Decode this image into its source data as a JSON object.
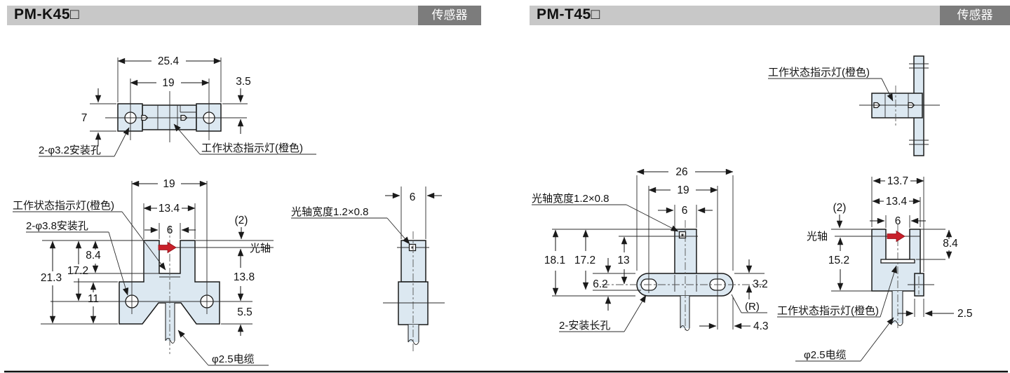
{
  "headers": {
    "left": {
      "title": "PM-K45□",
      "badge": "传感器"
    },
    "right": {
      "title": "PM-T45□",
      "badge": "传感器"
    }
  },
  "shared": {
    "indicator": "工作状态指示灯(橙色)",
    "axis": "光轴",
    "axis_width": "光轴宽度1.2×0.8",
    "cable": "φ2.5电缆"
  },
  "pm_k45": {
    "top_view": {
      "overall_width": "25.4",
      "hole_pitch": "19",
      "edge_to_center": "3.5",
      "height": "7",
      "mount_holes": "2-φ3.2安装孔"
    },
    "front_view": {
      "hole_pitch": "19",
      "head_width": "13.4",
      "slot_width": "6",
      "offset": "(2)",
      "slot_depth": "8.4",
      "top_to_hole": "17.2",
      "total_height": "21.3",
      "base_height": "11",
      "axis_to_hole": "13.8",
      "hole_to_bottom": "5.5",
      "mount_holes": "2-φ3.8安装孔"
    },
    "side_view": {
      "width": "6"
    }
  },
  "pm_t45": {
    "front_view": {
      "overall_width": "26",
      "slot_pitch": "19",
      "stem_width": "6",
      "total_height": "18.1",
      "height_17_2": "17.2",
      "axis_height": "13",
      "base_height": "6.2",
      "slot_offset": "3.2",
      "radius": "(R)",
      "edge_offset": "4.3",
      "mount_slots": "2-安装长孔"
    },
    "side_view": {
      "overall_width": "13.7",
      "body_width": "13.4",
      "slot_width": "6",
      "offset": "(2)",
      "slot_depth": "8.4",
      "axis_to_bottom": "15.2",
      "bar_width": "2.5"
    }
  },
  "colors": {
    "part_fill": "#dce8f1",
    "line": "#1a1a1a",
    "accent_red": "#c8202a",
    "header_bg": "#c8c8c8",
    "badge_bg": "#7c7c7c"
  }
}
